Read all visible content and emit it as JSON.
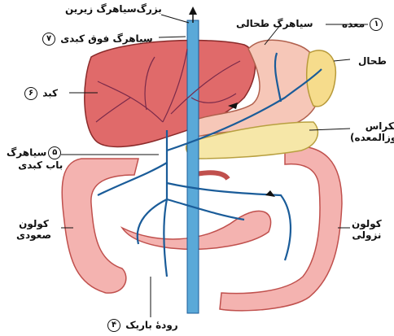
{
  "labels": {
    "ivc": "بزرگ‌سیاهرگ زیرین",
    "hepatic_vein": "سیاهرگ فوق کبدی",
    "hepatic_vein_num": "۷",
    "splenic_vein": "سیاهرگ طحالی",
    "stomach": "معده",
    "stomach_num": "۱",
    "spleen": "طحال",
    "liver": "کبد",
    "liver_num": "۶",
    "pancreas_line1": "پانکراس",
    "pancreas_line2": "(لوزالمعده)",
    "portal_line1": "سیاهرگ",
    "portal_line2": "باب کبدی",
    "portal_num": "۵",
    "ascending_line1": "کولون",
    "ascending_line2": "صعودی",
    "descending_line1": "کولون",
    "descending_line2": "نزولی",
    "small_intestine": "رودهٔ باریک",
    "small_intestine_num": "۴"
  },
  "colors": {
    "liver": "#e06a6a",
    "liver_vessel": "#7a2a4a",
    "intestine": "#f4b3b0",
    "intestine_edge": "#c0504d",
    "stomach": "#f6c7b8",
    "spleen": "#f6dc8c",
    "pancreas": "#f6e7a8",
    "vein": "#1a5c99",
    "vena_cava": "#5aa9d8"
  },
  "icons": [
    "arrow-up-icon",
    "flow-arrow-icon"
  ]
}
